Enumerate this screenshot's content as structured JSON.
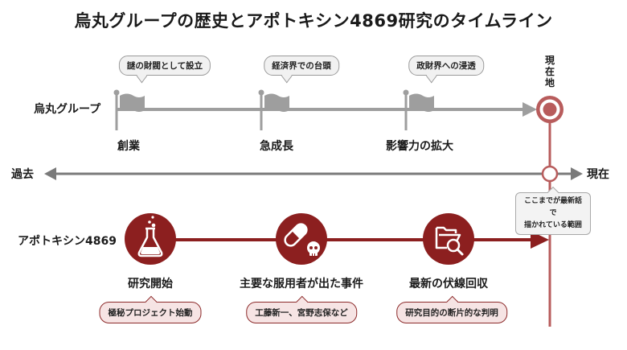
{
  "title": "烏丸グループの歴史とアポトキシン4869研究のタイムライン",
  "colors": {
    "gray_line": "#9e9e9e",
    "dark_red": "#8c1f1f",
    "accent_red": "#b85c5c",
    "pink_bubble": "#f6e4e4"
  },
  "karasuma": {
    "label": "烏丸グループ",
    "events": [
      {
        "label": "創業",
        "note": "謎の財閥として設立",
        "icon": "flag-icon"
      },
      {
        "label": "急成長",
        "note": "経済界での台頭",
        "icon": "flag-icon"
      },
      {
        "label": "影響力の拡大",
        "note": "政財界への浸透",
        "icon": "flag-icon"
      }
    ],
    "current_marker": "現在地"
  },
  "axis": {
    "left_label": "過去",
    "right_label": "現在",
    "tooltip_line1": "ここまでが最新話で",
    "tooltip_line2": "描かれている範囲"
  },
  "apotoxin": {
    "label": "アポトキシン4869",
    "events": [
      {
        "label": "研究開始",
        "note": "極秘プロジェクト始動",
        "icon": "flask-icon"
      },
      {
        "label": "主要な服用者が出た事件",
        "note": "工藤新一、宮野志保など",
        "icon": "pill-skull-icon"
      },
      {
        "label": "最新の伏線回収",
        "note": "研究目的の断片的な判明",
        "icon": "folder-search-icon"
      }
    ]
  }
}
